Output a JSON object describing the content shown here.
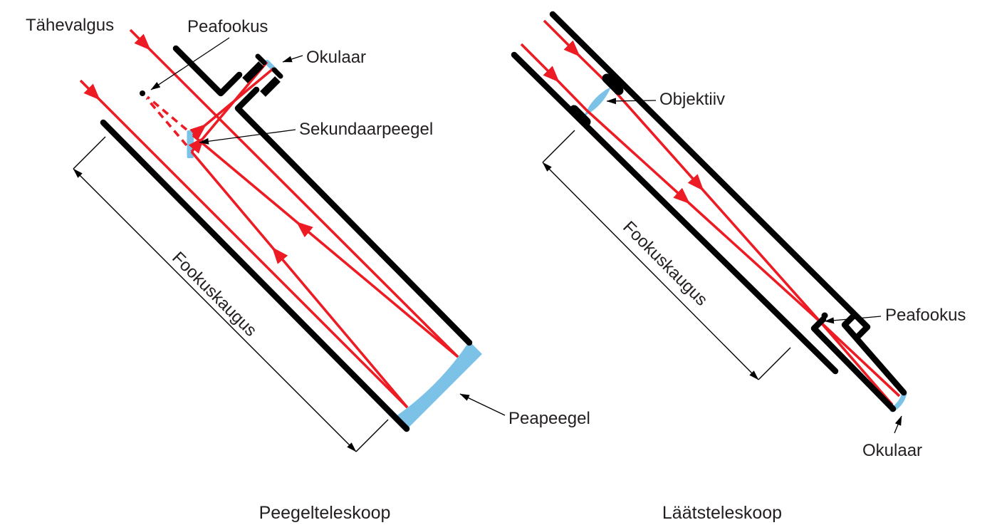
{
  "figure": {
    "background": "#ffffff",
    "colors": {
      "ray_red": "#ed1c24",
      "optics_blue": "#7cc2e6",
      "line_black": "#000000",
      "text": "#231f20"
    },
    "reflector": {
      "caption": "Peegelteleskoop",
      "starlight_label": "Tähevalgus",
      "prime_focus_label": "Peafookus",
      "eyepiece_label": "Okulaar",
      "secondary_mirror_label": "Sekundaarpeegel",
      "focal_length_label": "Fookuskaugus",
      "primary_mirror_label": "Peapeegel"
    },
    "refractor": {
      "caption": "Läätsteleskoop",
      "objective_label": "Objektiiv",
      "focal_length_label": "Fookuskaugus",
      "prime_focus_label": "Peafookus",
      "eyepiece_label": "Okulaar"
    }
  }
}
